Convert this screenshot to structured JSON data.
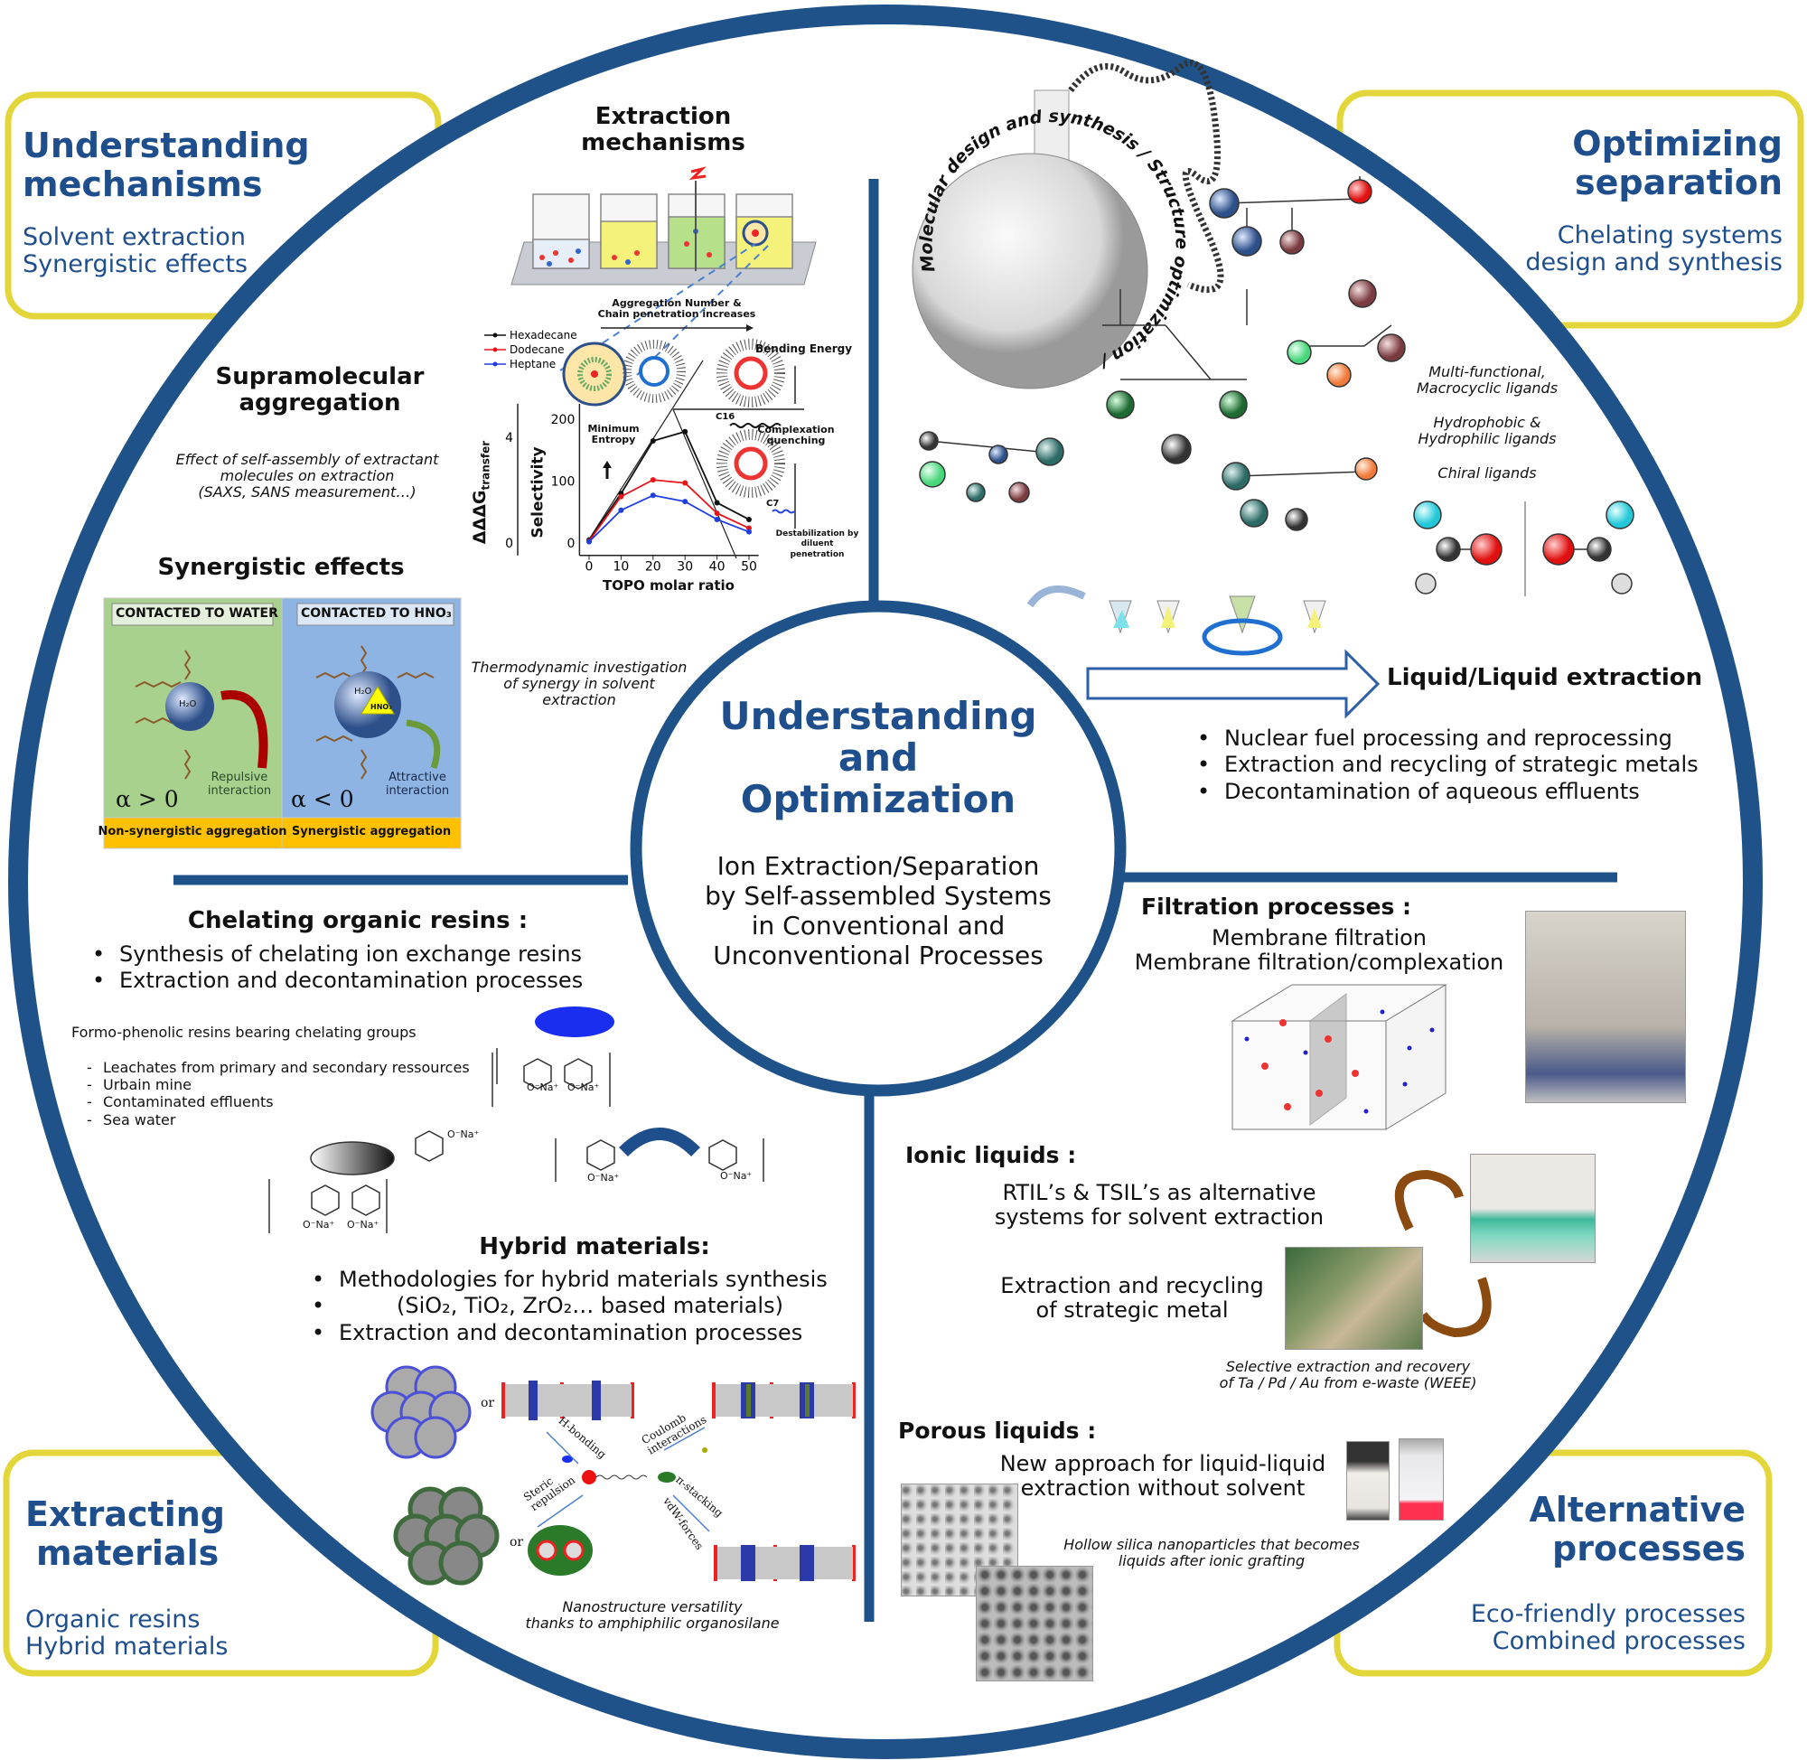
{
  "colors": {
    "ring": "#1f5289",
    "title": "#1f4e8c",
    "frame": "#e3d63a",
    "green_panel": "#a9d18e",
    "blue_panel": "#8db4e2",
    "orange": "#ffc000"
  },
  "corners": {
    "top_left": {
      "title_1": "Understanding",
      "title_2": "mechanisms",
      "sub_1": "Solvent extraction",
      "sub_2": "Synergistic effects"
    },
    "top_right": {
      "title_1": "Optimizing",
      "title_2": "separation",
      "sub_1": "Chelating systems",
      "sub_2": "design and synthesis"
    },
    "bottom_left": {
      "title_1": "Extracting",
      "title_2": "materials",
      "sub_1": "Organic resins",
      "sub_2": "Hybrid materials"
    },
    "bottom_right": {
      "title_1": "Alternative",
      "title_2": "processes",
      "sub_1": "Eco-friendly processes",
      "sub_2": "Combined processes"
    }
  },
  "center": {
    "title_1": "Understanding",
    "title_2": "and",
    "title_3": "Optimization",
    "sub_1": "Ion Extraction/Separation",
    "sub_2": "by Self-assembled Systems",
    "sub_3": "in Conventional and",
    "sub_4": "Unconventional Processes"
  },
  "q1": {
    "extraction_title_1": "Extraction",
    "extraction_title_2": "mechanisms",
    "supra_title_1": "Supramolecular",
    "supra_title_2": "aggregation",
    "supra_note_1": "Effect of self-assembly of extractant",
    "supra_note_2": "molecules on extraction",
    "supra_note_3": "(SAXS, SANS measurement…)",
    "syn_title": "Synergistic effects",
    "syn_left_label": "CONTACTED TO WATER",
    "syn_right_label": "CONTACTED TO HNO₃",
    "syn_left_alpha": "α > 0",
    "syn_right_alpha": "α < 0",
    "syn_left_note_1": "Repulsive",
    "syn_left_note_2": "interaction",
    "syn_right_note_1": "Attractive",
    "syn_right_note_2": "interaction",
    "syn_left_bar": "Non-synergistic aggregation",
    "syn_right_bar": "Synergistic aggregation",
    "h2o": "H₂O",
    "hno3": "HNO₃",
    "thermo_1": "Thermodynamic investigation",
    "thermo_2": "of synergy in solvent",
    "thermo_3": "extraction"
  },
  "chart_data": {
    "type": "line",
    "xlabel": "TOPO molar ratio",
    "ylabel": "Selectivity",
    "ylabel2": "ΔΔΔG",
    "ylabel2_sub": "transfer",
    "x": [
      0,
      10,
      20,
      30,
      40,
      50
    ],
    "xlim": [
      -3,
      53
    ],
    "ylim": [
      -20,
      225
    ],
    "xticks": [
      "0",
      "10",
      "20",
      "30",
      "40",
      "50"
    ],
    "yticks": [
      "0",
      "100",
      "200"
    ],
    "y2ticks": [
      "0",
      "4"
    ],
    "series": [
      {
        "name": "Hexadecane",
        "color": "#111111",
        "values": [
          5,
          80,
          165,
          180,
          65,
          38
        ]
      },
      {
        "name": "Dodecane",
        "color": "#e8141b",
        "values": [
          3,
          75,
          102,
          97,
          48,
          24
        ]
      },
      {
        "name": "Heptane",
        "color": "#1f3fe0",
        "values": [
          2,
          53,
          77,
          67,
          38,
          18
        ]
      }
    ],
    "annotations": {
      "aggregation_1": "Aggregation Number &",
      "aggregation_2": "Chain penetration increases",
      "bending": "Bending Energy",
      "entropy_1": "Minimum",
      "entropy_2": "Entropy",
      "c16": "C16",
      "c7": "C7",
      "complex_1": "Complexation",
      "complex_2": "quenching",
      "destab_1": "Destabilization by diluent",
      "destab_2": "penetration"
    },
    "legend": "top-left"
  },
  "q2": {
    "flask_text": "Molecular design and synthesis / Structure optimization /",
    "lig_1a": "Multi-functional,",
    "lig_1b": "Macrocyclic ligands",
    "lig_2a": "Hydrophobic &",
    "lig_2b": "Hydrophilic ligands",
    "lig_3": "Chiral ligands",
    "ll_title": "Liquid/Liquid extraction",
    "ll_bullets": [
      "Nuclear fuel processing and reprocessing",
      "Extraction and recycling of strategic metals",
      "Decontamination of aqueous effluents"
    ]
  },
  "q3": {
    "resins_title": "Chelating organic resins :",
    "resins_bullets": [
      "Synthesis of chelating ion exchange resins",
      "Extraction and decontamination processes"
    ],
    "formo": "Formo-phenolic resins bearing chelating groups",
    "formo_list": [
      "Leachates from primary and secondary ressources",
      "Urbain mine",
      "Contaminated effluents",
      "Sea water"
    ],
    "ona": "O⁻Na⁺",
    "hybrid_title": "Hybrid materials:",
    "hybrid_b1": "Methodologies for hybrid materials synthesis",
    "hybrid_b2": "(SiO₂, TiO₂, ZrO₂… based materials)",
    "hybrid_b3": "Extraction and decontamination processes",
    "nano_labels": {
      "or": "or",
      "hbond": "H-bonding",
      "coulomb_1": "Coulomb",
      "coulomb_2": "interactions",
      "steric_1": "Steric",
      "steric_2": "repulsion",
      "pi": "π-stacking",
      "vdw": "vdW-forces"
    },
    "nano_1": "Nanostructure versatility",
    "nano_2": "thanks to amphiphilic organosilane"
  },
  "q4": {
    "filt_title": "Filtration processes :",
    "filt_1": "Membrane filtration",
    "filt_2": "Membrane filtration/complexation",
    "ionic_title": "Ionic liquids :",
    "ionic_1": "RTIL’s & TSIL’s as alternative",
    "ionic_2": "systems for solvent extraction",
    "metal_1": "Extraction and recycling",
    "metal_2": "of strategic metal",
    "weee_1": "Selective extraction and recovery",
    "weee_2": "of Ta / Pd / Au from e-waste (WEEE)",
    "porous_title": "Porous liquids :",
    "porous_1": "New approach for liquid-liquid",
    "porous_2": "extraction without solvent",
    "hollow_1": "Hollow silica nanoparticles that becomes",
    "hollow_2": "liquids after ionic grafting"
  }
}
